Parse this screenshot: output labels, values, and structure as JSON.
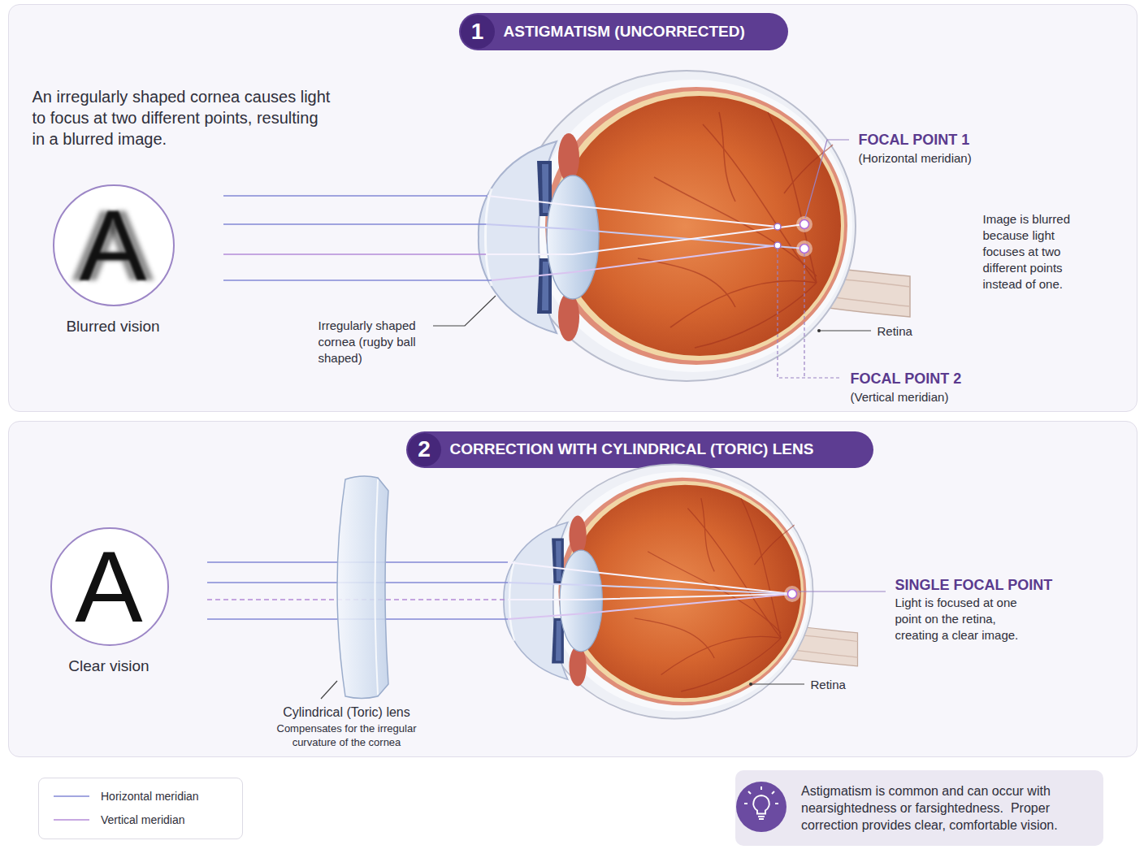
{
  "diagram": {
    "title": "ASTIGMATISM",
    "nodes": [
      {
        "text": [
          "An irregularly shaped cornea causes light to focus at two different points, resulting in a blurred image.",
          "Irregularly shaped cornea (rugby ball shaped)",
          "FOCAL POINT 1",
          "(Horizontal meridian)",
          "Image is blurred because light focuses at two different points instead of one.",
          "Retina",
          "FOCAL POINT 2",
          "(Vertical meridian)"
        ]
      },
      {
        "text": [
          "ASTIGMATISM (UNCORRECTED)"
        ],
        "in": 0
      },
      {
        "text": [
          "1"
        ],
        "in": 1
      },
      {
        "text": [
          "A",
          "Blurred vision"
        ],
        "in": 0
      },
      {
        "text": [
          "Cylindrical (Toric) lens",
          "Compensates for the irregular curvature of the cornea",
          "SINGLE FOCAL POINT",
          "Light is focused at one point on the retina, creating a clear image.",
          "Retina"
        ]
      },
      {
        "text": [
          "CORRECTION WITH CYLINDRICAL (TORIC) LENS"
        ],
        "in": 4
      },
      {
        "text": [
          "2"
        ],
        "in": 5
      },
      {
        "text": [
          "A",
          "Clear vision"
        ],
        "in": 4
      },
      {
        "text": [
          "Astigmatism is common and can occur with nearsightedness or farsightedness.  Proper correction provides clear, comfortable vision."
        ]
      }
    ],
    "legend": [
      {
        "text": "Horizontal meridian"
      },
      {
        "text": "Vertical meridian"
      }
    ]
  }
}
